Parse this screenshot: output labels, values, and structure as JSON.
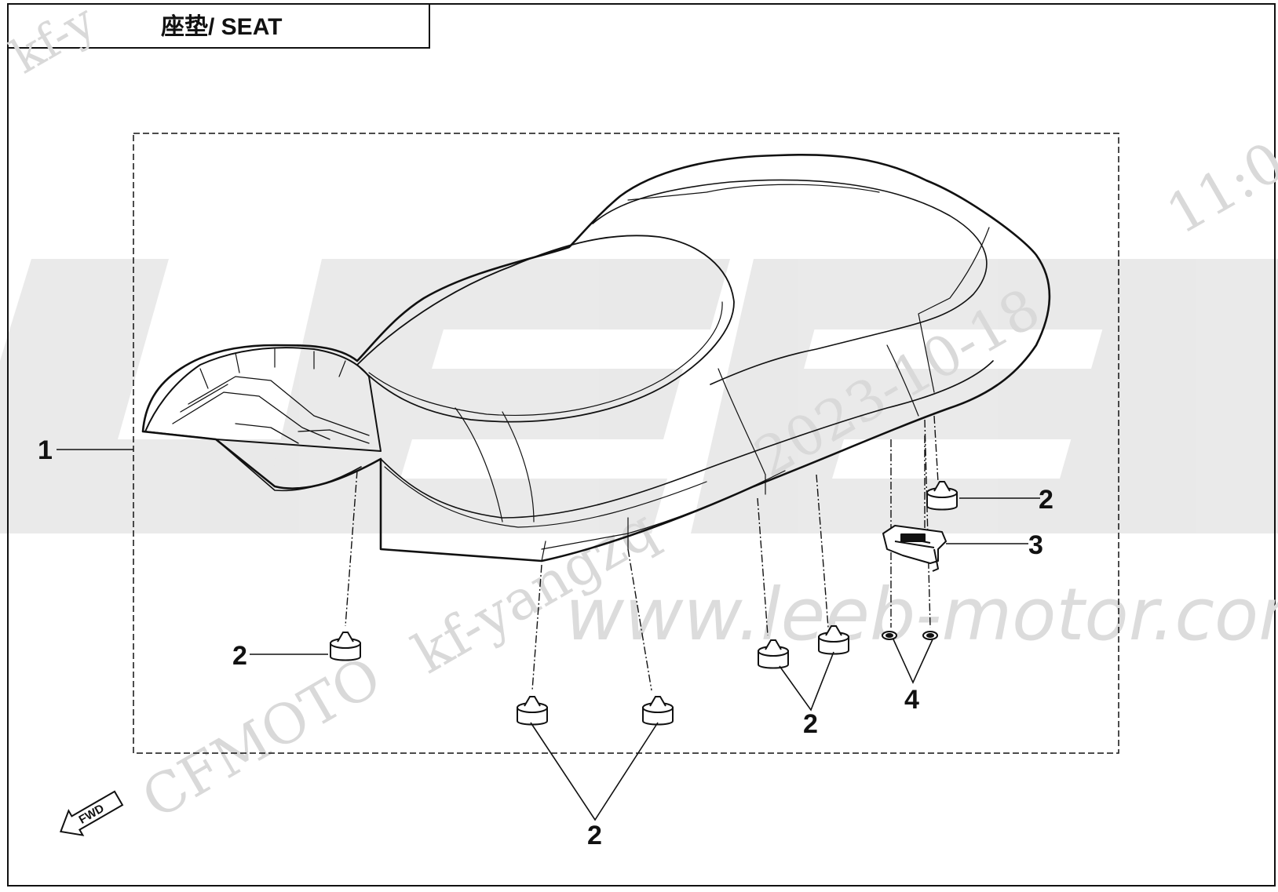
{
  "header": {
    "title": "座垫/ SEAT"
  },
  "watermarks": {
    "brand_letters": "LEEB",
    "url": "www.leeb-motor.com",
    "stamp_user": "kf-yangzq",
    "stamp_date": "2023-10-18",
    "stamp_time": "11:0",
    "stamp_brand": "CFMOTO",
    "corner_stamp": "kf-y"
  },
  "callouts": [
    {
      "id": "1",
      "label": "1"
    },
    {
      "id": "2a",
      "label": "2"
    },
    {
      "id": "2b",
      "label": "2"
    },
    {
      "id": "2c",
      "label": "2"
    },
    {
      "id": "2d",
      "label": "2"
    },
    {
      "id": "3",
      "label": "3"
    },
    {
      "id": "4",
      "label": "4"
    }
  ],
  "direction_arrow": {
    "label": "FWD"
  },
  "colors": {
    "line": "#111111",
    "watermark": "#d9d9d9",
    "background": "#ffffff"
  }
}
